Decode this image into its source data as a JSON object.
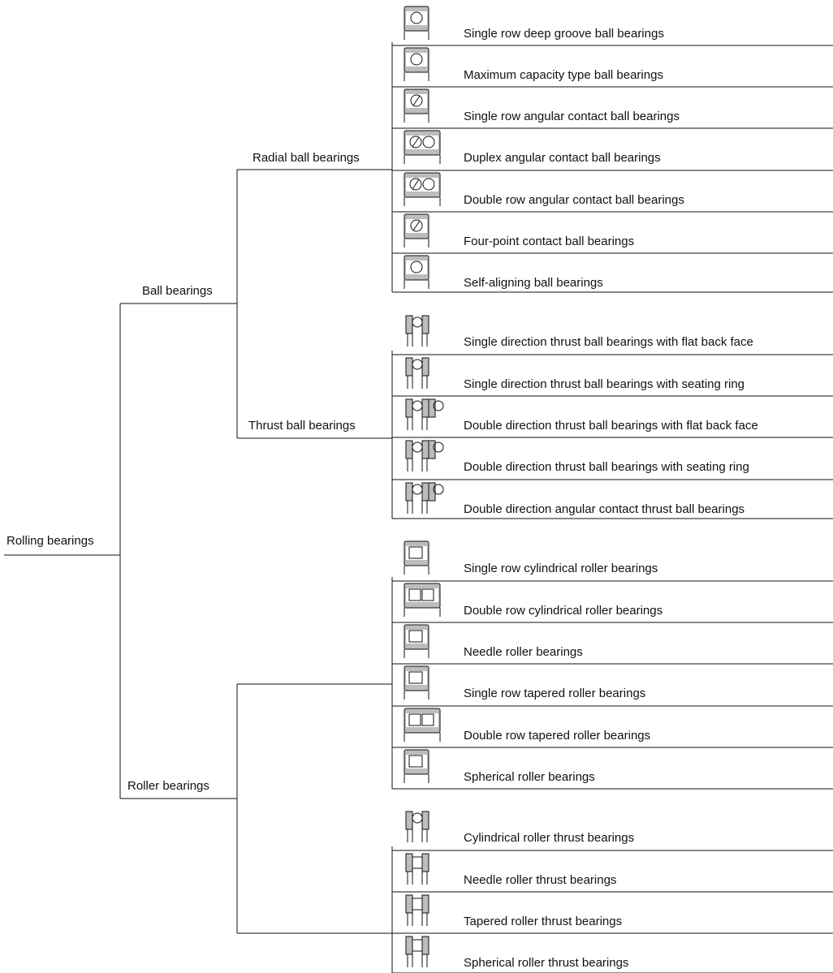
{
  "root": {
    "label": "Rolling bearings"
  },
  "ball": {
    "label": "Ball bearings",
    "radial": {
      "label": "Radial ball bearings",
      "items": [
        {
          "label": "Single row deep groove ball bearings",
          "icon": "deep-groove-ball-bearing-icon"
        },
        {
          "label": "Maximum capacity type ball bearings",
          "icon": "max-capacity-ball-bearing-icon"
        },
        {
          "label": "Single row angular contact ball bearings",
          "icon": "angular-contact-ball-bearing-icon"
        },
        {
          "label": "Duplex angular contact ball bearings",
          "icon": "duplex-angular-contact-icon"
        },
        {
          "label": "Double row angular contact ball bearings",
          "icon": "double-row-angular-contact-icon"
        },
        {
          "label": "Four-point contact ball bearings",
          "icon": "four-point-contact-icon"
        },
        {
          "label": "Self-aligning ball bearings",
          "icon": "self-aligning-ball-bearing-icon"
        }
      ]
    },
    "thrust": {
      "label": "Thrust  ball bearings",
      "items": [
        {
          "label": "Single direction thrust ball bearings with flat back face",
          "icon": "single-thrust-flat-icon"
        },
        {
          "label": "Single direction thrust ball bearings with seating ring",
          "icon": "single-thrust-seating-icon"
        },
        {
          "label": "Double direction thrust ball bearings with flat back face",
          "icon": "double-thrust-flat-icon"
        },
        {
          "label": "Double direction thrust ball bearings with seating ring",
          "icon": "double-thrust-seating-icon"
        },
        {
          "label": "Double direction angular contact thrust ball bearings",
          "icon": "double-angular-thrust-icon"
        }
      ]
    }
  },
  "roller": {
    "label": "Roller bearings",
    "radial": {
      "items": [
        {
          "label": "Single row cylindrical roller bearings",
          "icon": "cylindrical-roller-icon"
        },
        {
          "label": "Double row cylindrical roller bearings",
          "icon": "double-cylindrical-roller-icon"
        },
        {
          "label": "Needle roller bearings",
          "icon": "needle-roller-icon"
        },
        {
          "label": "Single row tapered roller bearings",
          "icon": "tapered-roller-icon"
        },
        {
          "label": "Double row tapered roller bearings",
          "icon": "double-tapered-roller-icon"
        },
        {
          "label": "Spherical roller bearings",
          "icon": "spherical-roller-icon"
        }
      ]
    },
    "thrust": {
      "items": [
        {
          "label": "Cylindrical roller thrust bearings",
          "icon": "cylindrical-thrust-icon"
        },
        {
          "label": "Needle roller thrust bearings",
          "icon": "needle-thrust-icon"
        },
        {
          "label": "Tapered roller thrust bearings",
          "icon": "tapered-thrust-icon"
        },
        {
          "label": "Spherical roller thrust bearings",
          "icon": "spherical-thrust-icon"
        }
      ]
    }
  },
  "colors": {
    "line": "#111111",
    "fill": "#bdbdbd",
    "text": "#111111"
  }
}
